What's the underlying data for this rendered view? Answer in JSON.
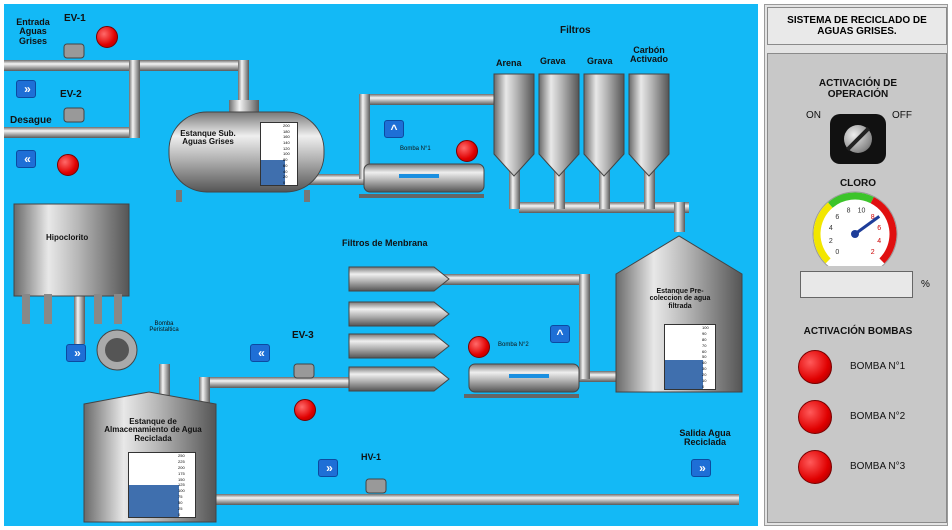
{
  "scada": {
    "labels": {
      "inlet": "Entrada\nAguas\nGrises",
      "ev1": "EV-1",
      "ev2": "EV-2",
      "drain": "Desague",
      "tank_sub": "Estanque Sub.\nAguas Grises",
      "pump1": "Bomba N°1",
      "filters": "Filtros",
      "sand": "Arena",
      "gravel1": "Grava",
      "gravel2": "Grava",
      "carbon": "Carbón\nActivado",
      "hypochlorite": "Hipoclorito",
      "peristaltic": "Bomba\nPeristaltica",
      "membrane": "Filtros de Menbrana",
      "ev3": "EV-3",
      "pump2": "Bomba N°2",
      "pre_tank": "Estanque Pre-\ncoleccion de agua\nfiltrada",
      "storage_tank": "Estanque de\nAlmacenamiento de Agua\nReciclada",
      "hv1": "HV-1",
      "outlet": "Salida Agua\nReciclada"
    },
    "arrows": {
      "fwd": "»",
      "back": "«",
      "up": "^"
    },
    "gauges": {
      "tank_sub": {
        "ticks": [
          "200",
          "180",
          "160",
          "140",
          "120",
          "100",
          "80",
          "60",
          "40",
          "20",
          "0"
        ],
        "level": 0.4
      },
      "pre_tank": {
        "ticks": [
          "100",
          "90",
          "80",
          "70",
          "60",
          "50",
          "40",
          "30",
          "20",
          "10",
          "0"
        ],
        "level": 0.45
      },
      "storage": {
        "ticks": [
          "250",
          "225",
          "200",
          "175",
          "150",
          "125",
          "100",
          "75",
          "50",
          "25",
          "0"
        ],
        "level": 0.5
      }
    },
    "colors": {
      "background": "#13b9f6",
      "level_fill": "#3f6fae",
      "indicator": "#e00000",
      "arrow_button": "#1e6fd6"
    }
  },
  "panel": {
    "title": "SISTEMA DE RECICLADO DE\nAGUAS GRISES.",
    "operation_label": "ACTIVACIÓN DE\nOPERACIÓN",
    "on_label": "ON",
    "off_label": "OFF",
    "chlorine_label": "CLORO",
    "chlorine_ticks": [
      "0",
      "2",
      "4",
      "6",
      "8",
      "10",
      "8",
      "6",
      "4",
      "2"
    ],
    "chlorine_value": 7,
    "chlorine_unit": "%",
    "chlorine_reading": "",
    "pumps_label": "ACTIVACIÓN BOMBAS",
    "pumps": [
      {
        "label": "BOMBA N°1"
      },
      {
        "label": "BOMBA N°2"
      },
      {
        "label": "BOMBA N°3"
      }
    ]
  }
}
